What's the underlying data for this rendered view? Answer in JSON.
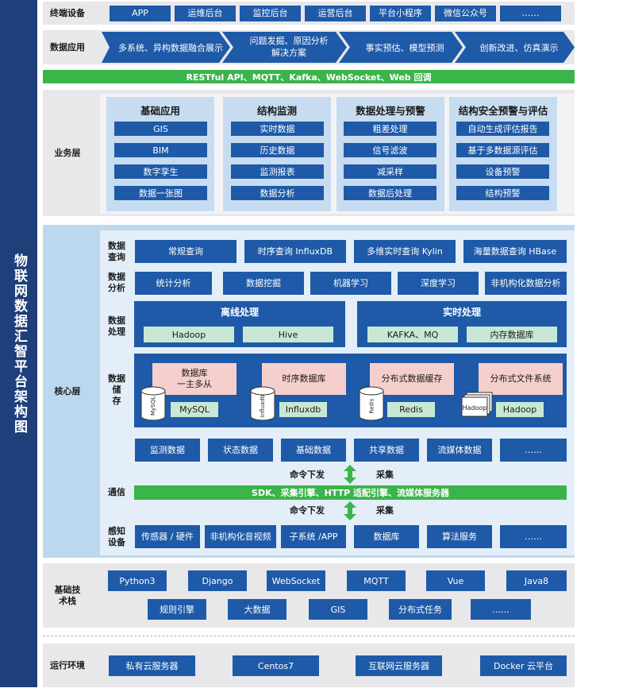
{
  "side_title": "物联网数据汇智平台架构图",
  "rows": {
    "terminal": {
      "label": "终端设备",
      "items": [
        "APP",
        "运维后台",
        "监控后台",
        "运营后台",
        "平台小程序",
        "微信公众号",
        "……"
      ]
    },
    "data_app": {
      "label": "数据应用",
      "items": [
        "多系统、异构数据融合展示",
        "问题发掘、原因分析\n解决方案",
        "事实预估、模型预测",
        "创新改进、仿真演示"
      ]
    },
    "api_bar": "RESTful API、MQTT、Kafka、WebSocket、Web 回调",
    "business": {
      "label": "业务层",
      "panels": [
        {
          "title": "基础应用",
          "items": [
            "GIS",
            "BIM",
            "数字孪生",
            "数据一张图"
          ]
        },
        {
          "title": "结构监测",
          "items": [
            "实时数据",
            "历史数据",
            "监测报表",
            "数据分析"
          ]
        },
        {
          "title": "数据处理与预警",
          "items": [
            "粗差处理",
            "信号滤波",
            "减采样",
            "数据后处理"
          ]
        },
        {
          "title": "结构安全预警与评估",
          "items": [
            "自动生成评估报告",
            "基于多数据源评估",
            "设备预警",
            "结构预警"
          ]
        }
      ]
    },
    "core": {
      "label": "核心层",
      "query": {
        "label": "数据\n查询",
        "items": [
          "常规查询",
          "时序查询 InfluxDB",
          "多维实时查询 Kylin",
          "海量数据查询 HBase"
        ]
      },
      "analysis": {
        "label": "数据\n分析",
        "items": [
          "统计分析",
          "数据挖掘",
          "机器学习",
          "深度学习",
          "非机构化数据分析"
        ]
      },
      "processing": {
        "label": "数据\n处理",
        "groups": [
          {
            "title": "离线处理",
            "items": [
              "Hadoop",
              "Hive"
            ]
          },
          {
            "title": "实时处理",
            "items": [
              "KAFKA、MQ",
              "内存数据库"
            ]
          }
        ]
      },
      "storage": {
        "label": "数据\n储\n存",
        "items": [
          {
            "title": "数据库\n一主多从",
            "db": "MySQL",
            "icon_text": "MySQL"
          },
          {
            "title": "时序数据库",
            "db": "Influxdb",
            "icon_text": "Influxdb"
          },
          {
            "title": "分布式数据缓存",
            "db": "Redis",
            "icon_text": "Redis"
          },
          {
            "title": "分布式文件系统",
            "db": "Hadoop",
            "icon_text": "Hadoop"
          }
        ],
        "bottom": [
          "监测数据",
          "状态数据",
          "基础数据",
          "共享数据",
          "流媒体数据",
          "……"
        ]
      },
      "cmd_down": "命令下发",
      "collect": "采集",
      "comm": {
        "label": "通信",
        "bar": "SDK、采集引擎、HTTP 适配引擎、流媒体服务器"
      },
      "sense": {
        "label": "感知\n设备",
        "items": [
          "传感器 / 硬件",
          "非机构化音视频",
          "子系统 /APP",
          "数据库",
          "算法服务",
          "……"
        ]
      }
    },
    "tech": {
      "label": "基础技\n术栈",
      "row1": [
        "Python3",
        "Django",
        "WebSocket",
        "MQTT",
        "Vue",
        "Java8"
      ],
      "row2": [
        "规则引擎",
        "大数据",
        "GIS",
        "分布式任务",
        "……"
      ]
    },
    "env": {
      "label": "运行环境",
      "items": [
        "私有云服务器",
        "Centos7",
        "互联网云服务器",
        "Docker 云平台"
      ]
    }
  },
  "colors": {
    "navy": "#1e3f7a",
    "blue": "#1e5aa8",
    "green": "#3bb44a",
    "light_panel": "#c7dcf0",
    "mint": "#c9e8d3",
    "pink": "#f5cfcc"
  }
}
